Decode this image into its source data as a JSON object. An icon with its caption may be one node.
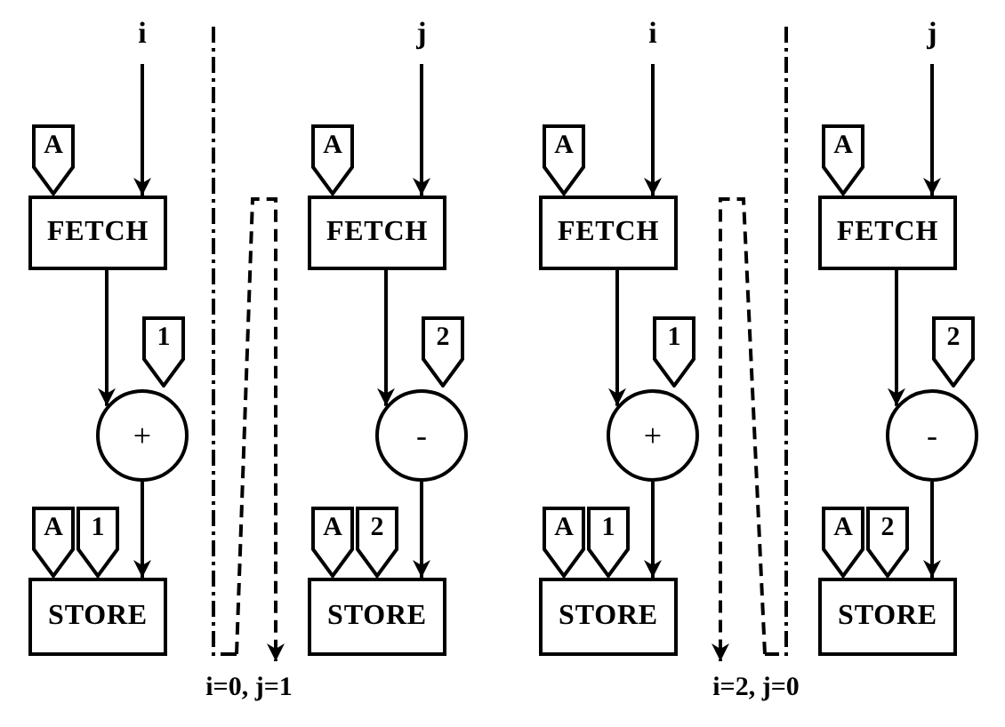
{
  "diagram": {
    "nodes": [
      {
        "text": [
          "i"
        ]
      },
      {
        "text": [
          "A"
        ]
      },
      {
        "text": [
          "FETCH"
        ]
      },
      {
        "text": [
          "1"
        ]
      },
      {
        "text": [
          "+"
        ]
      },
      {
        "text": [
          "A"
        ]
      },
      {
        "text": [
          "1"
        ]
      },
      {
        "text": [
          "STORE"
        ]
      },
      {
        "text": [
          "j"
        ]
      },
      {
        "text": [
          "A"
        ]
      },
      {
        "text": [
          "FETCH"
        ]
      },
      {
        "text": [
          "2"
        ]
      },
      {
        "text": [
          "-"
        ]
      },
      {
        "text": [
          "A"
        ]
      },
      {
        "text": [
          "2"
        ]
      },
      {
        "text": [
          "STORE"
        ]
      },
      {
        "text": [
          "i"
        ]
      },
      {
        "text": [
          "A"
        ]
      },
      {
        "text": [
          "FETCH"
        ]
      },
      {
        "text": [
          "1"
        ]
      },
      {
        "text": [
          "+"
        ]
      },
      {
        "text": [
          "A"
        ]
      },
      {
        "text": [
          "1"
        ]
      },
      {
        "text": [
          "STORE"
        ]
      },
      {
        "text": [
          "j"
        ]
      },
      {
        "text": [
          "A"
        ]
      },
      {
        "text": [
          "FETCH"
        ]
      },
      {
        "text": [
          "2"
        ]
      },
      {
        "text": [
          "-"
        ]
      },
      {
        "text": [
          "A"
        ]
      },
      {
        "text": [
          "2"
        ]
      },
      {
        "text": [
          "STORE"
        ]
      }
    ],
    "edges": [
      {
        "from": 0,
        "to": 2,
        "arrow": "to"
      },
      {
        "from": 2,
        "to": 4,
        "arrow": "to"
      },
      {
        "from": 4,
        "to": 7,
        "arrow": "to"
      },
      {
        "from": 8,
        "to": 10,
        "arrow": "to"
      },
      {
        "from": 10,
        "to": 12,
        "arrow": "to"
      },
      {
        "from": 12,
        "to": 15,
        "arrow": "to"
      },
      {
        "from": 16,
        "to": 18,
        "arrow": "to"
      },
      {
        "from": 18,
        "to": 20,
        "arrow": "to"
      },
      {
        "from": 20,
        "to": 23,
        "arrow": "to"
      },
      {
        "from": 24,
        "to": 26,
        "arrow": "to"
      },
      {
        "from": 26,
        "to": 28,
        "arrow": "to"
      },
      {
        "from": 28,
        "to": 31,
        "arrow": "to"
      }
    ],
    "labels": [
      "i=0, j=1",
      "i=2, j=0"
    ]
  }
}
